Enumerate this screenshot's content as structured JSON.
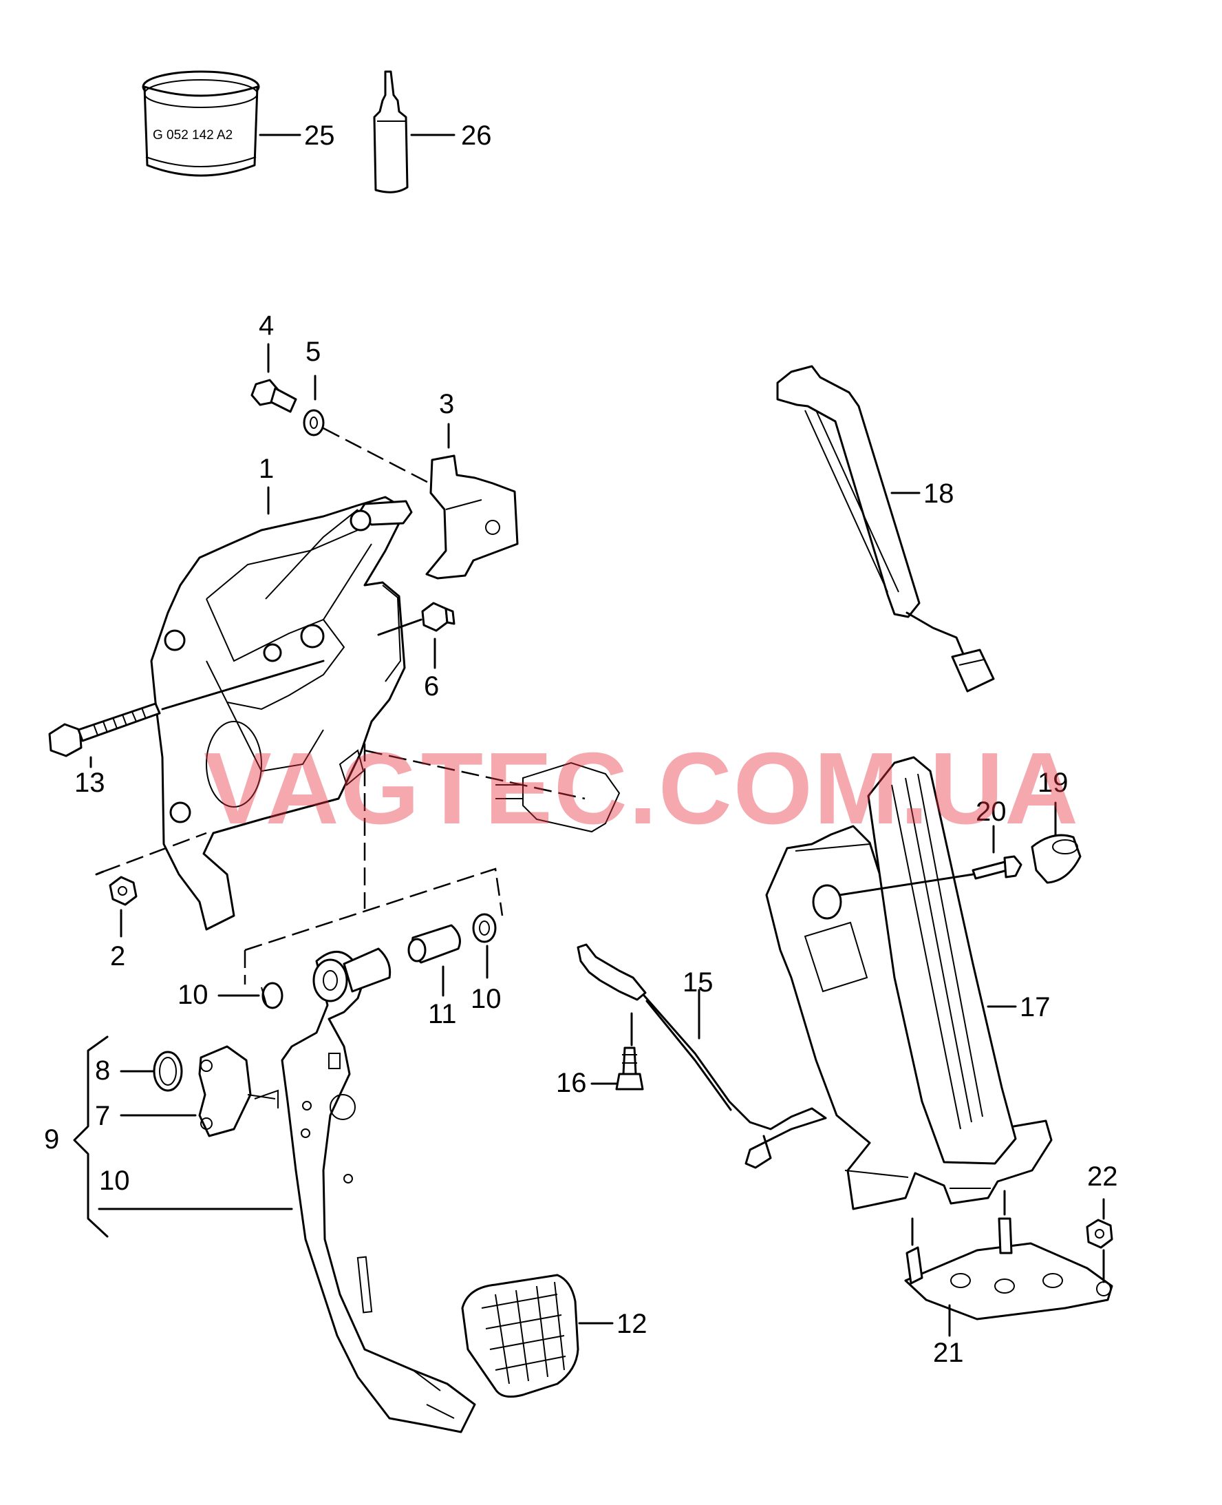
{
  "watermark": "VAGTEC.COM.UA",
  "grease_can_label": "G 052 142 A2",
  "callouts": {
    "c1": "1",
    "c2": "2",
    "c3": "3",
    "c4": "4",
    "c5": "5",
    "c6": "6",
    "c7": "7",
    "c8": "8",
    "c9": "9",
    "c10a": "10",
    "c10b": "10",
    "c10c": "10",
    "c11": "11",
    "c12": "12",
    "c13": "13",
    "c15": "15",
    "c16": "16",
    "c17": "17",
    "c18": "18",
    "c19": "19",
    "c20": "20",
    "c21": "21",
    "c22": "22",
    "c25": "25",
    "c26": "26"
  }
}
